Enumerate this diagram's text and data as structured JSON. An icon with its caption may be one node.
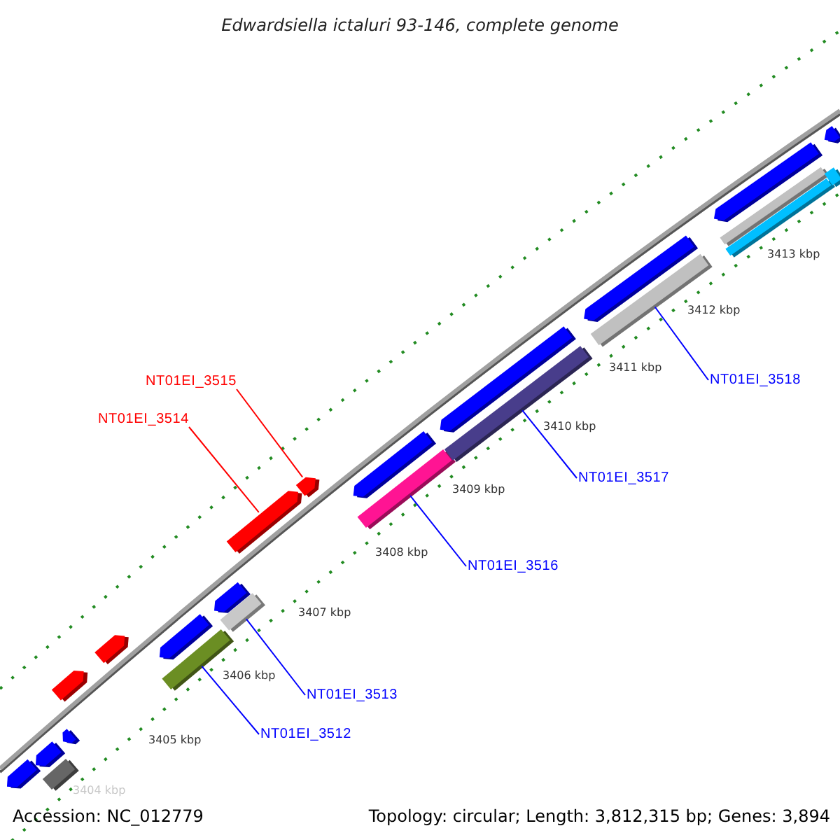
{
  "diagram": {
    "title": "Edwardsiella ictaluri 93-146, complete genome",
    "nodes": [
      {
        "text": [
          "NT01EI_3515"
        ]
      },
      {
        "text": [
          "NT01EI_3518"
        ]
      },
      {
        "text": [
          "NT01EI_3514"
        ]
      },
      {
        "text": [
          "NT01EI_3517"
        ]
      },
      {
        "text": [
          "NT01EI_3516"
        ]
      },
      {
        "text": [
          "NT01EI_3513"
        ]
      },
      {
        "text": [
          "NT01EI_3512"
        ]
      },
      {
        "text": [],
        "shape": "bar"
      },
      {
        "text": [],
        "shape": "bar"
      },
      {
        "text": [],
        "shape": "bar"
      },
      {
        "text": [],
        "shape": "bar"
      },
      {
        "text": [],
        "shape": "bar"
      },
      {
        "text": [],
        "shape": "bar"
      },
      {
        "text": [],
        "shape": "bar"
      }
    ],
    "edges": [
      {
        "from": 0,
        "to": 10,
        "arrow": "none",
        "color": "#ff0000"
      },
      {
        "from": 1,
        "to": 13,
        "arrow": "none"
      },
      {
        "from": 2,
        "to": 9,
        "arrow": "none",
        "color": "#ff0000"
      },
      {
        "from": 3,
        "to": 12,
        "arrow": "none"
      },
      {
        "from": 4,
        "to": 11,
        "arrow": "none"
      },
      {
        "from": 5,
        "to": 8,
        "arrow": "none"
      },
      {
        "from": 6,
        "to": 7,
        "arrow": "none"
      }
    ],
    "labels": [
      "3413 kbp",
      "3412 kbp",
      "3411 kbp",
      "3410 kbp",
      "3409 kbp",
      "3408 kbp",
      "3407 kbp",
      "3406 kbp",
      "3405 kbp",
      "3404 kbp",
      "Accession: NC_012779",
      "Topology: circular; Length: 3,812,315 bp; Genes: 3,894"
    ]
  }
}
